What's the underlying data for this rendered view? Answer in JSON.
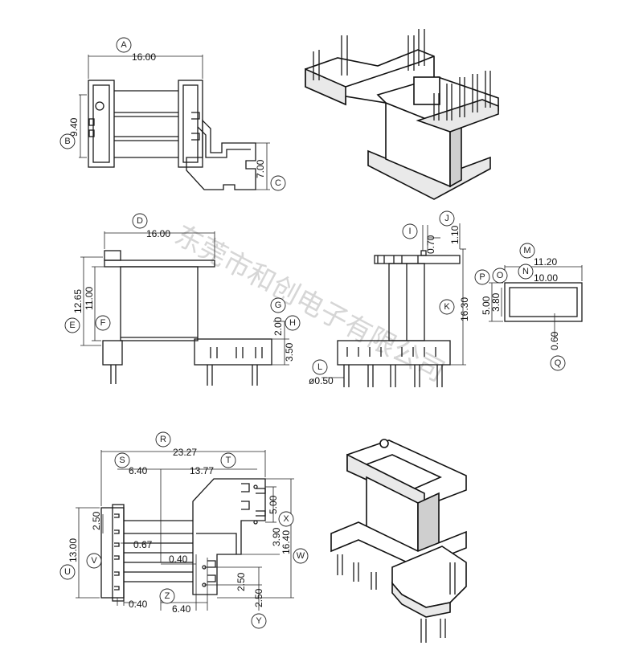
{
  "labels": {
    "A": "A",
    "B": "B",
    "C": "C",
    "D": "D",
    "E": "E",
    "F": "F",
    "G": "G",
    "H": "H",
    "I": "I",
    "J": "J",
    "K": "K",
    "L": "L",
    "M": "M",
    "N": "N",
    "O": "O",
    "P": "P",
    "Q": "Q",
    "R": "R",
    "S": "S",
    "T": "T",
    "U": "U",
    "V": "V",
    "W": "W",
    "X": "X",
    "Y": "Y",
    "Z": "Z"
  },
  "dims": {
    "A": "16.00",
    "B": "9.40",
    "C": "7.00",
    "D": "16.00",
    "E": "12.65",
    "F": "11.00",
    "G": "2.00",
    "H": "3.50",
    "I": "0.70",
    "J": "1.10",
    "K": "16.30",
    "L": "ø0.50",
    "M": "11.20",
    "N": "10.00",
    "O": "3.80",
    "P": "5.00",
    "Q": "0.60",
    "R": "23.27",
    "S": "6.40",
    "T": "13.77",
    "U": "13.00",
    "V1": "2.50",
    "V2": "0.67",
    "V3": "0.40",
    "W": "16.40",
    "X1": "5.00",
    "X2": "3.90",
    "Y1": "2.50",
    "Y2": "2.50",
    "Z1": "0.40",
    "Z2": "6.40"
  },
  "watermark": "东莞市和创电子有限公司"
}
